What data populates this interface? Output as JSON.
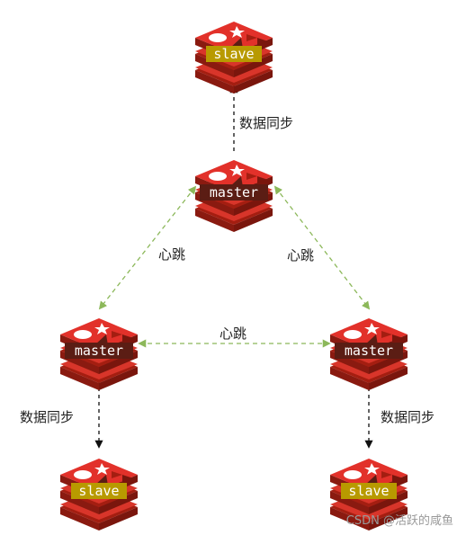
{
  "colors": {
    "redis_top": "#E2312A",
    "redis_dark": "#A41E11",
    "redis_mid": "#C9291F",
    "master_band": "#5B1D14",
    "slave_band": "#B89A00",
    "sync_arrow": "#111111",
    "heartbeat_arrow": "#8CB85A",
    "watermark": "#9A9A9A"
  },
  "nodes": {
    "top_slave": {
      "label": "slave",
      "role": "slave"
    },
    "top_master": {
      "label": "master",
      "role": "master"
    },
    "left_master": {
      "label": "master",
      "role": "master"
    },
    "right_master": {
      "label": "master",
      "role": "master"
    },
    "left_slave": {
      "label": "slave",
      "role": "slave"
    },
    "right_slave": {
      "label": "slave",
      "role": "slave"
    }
  },
  "edges": {
    "sync_top": {
      "label": "数据同步",
      "style": "dashed-black",
      "direction": "master-to-slave"
    },
    "heartbeat_left": {
      "label": "心跳",
      "style": "dashed-green",
      "direction": "bidirectional"
    },
    "heartbeat_right": {
      "label": "心跳",
      "style": "dashed-green",
      "direction": "bidirectional"
    },
    "heartbeat_bottom": {
      "label": "心跳",
      "style": "dashed-green",
      "direction": "bidirectional"
    },
    "sync_left": {
      "label": "数据同步",
      "style": "dashed-black",
      "direction": "master-to-slave"
    },
    "sync_right": {
      "label": "数据同步",
      "style": "dashed-black",
      "direction": "master-to-slave"
    }
  },
  "watermark": "CSDN @活跃的咸鱼"
}
